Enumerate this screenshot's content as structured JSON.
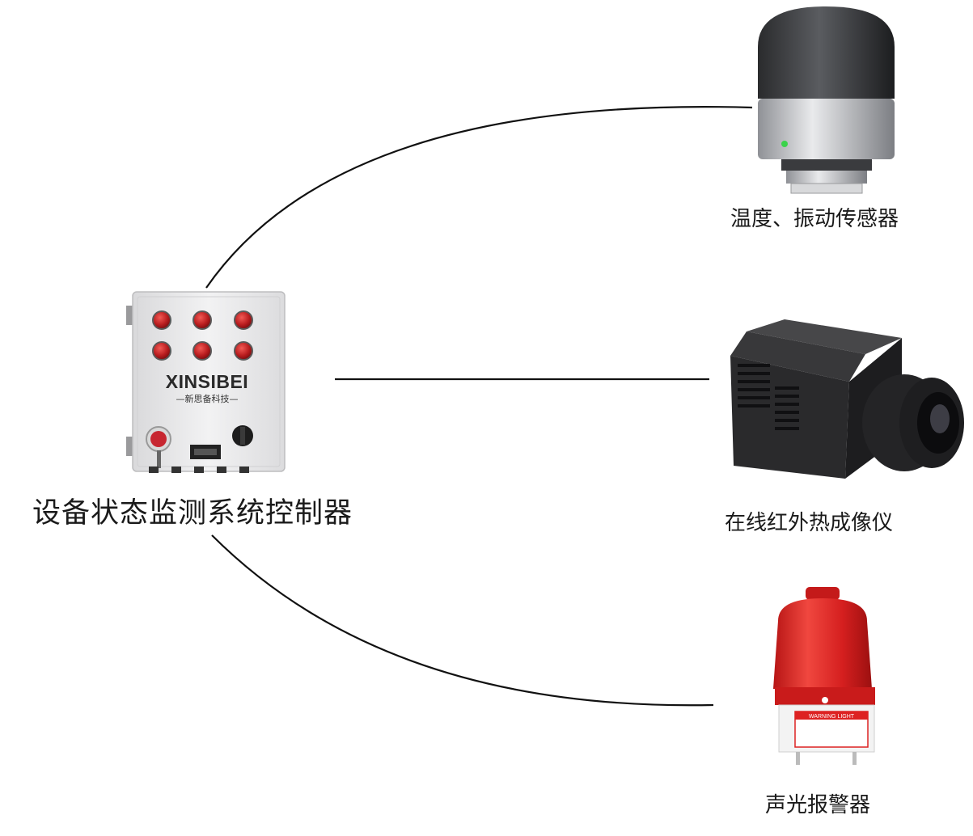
{
  "controller": {
    "label": "设备状态监测系统控制器",
    "brand": "XINSIBEI",
    "brand_sub": "—新思备科技—"
  },
  "devices": [
    {
      "label": "温度、振动传感器"
    },
    {
      "label": "在线红外热成像仪"
    },
    {
      "label": "声光报警器"
    }
  ],
  "alarm_plate_text": "WARNING LIGHT",
  "colors": {
    "line": "#111111",
    "panel": "#ececed",
    "alarm_red": "#d81e1e",
    "indicator_red": "#c4262a",
    "camera_body": "#2a2a2c"
  }
}
